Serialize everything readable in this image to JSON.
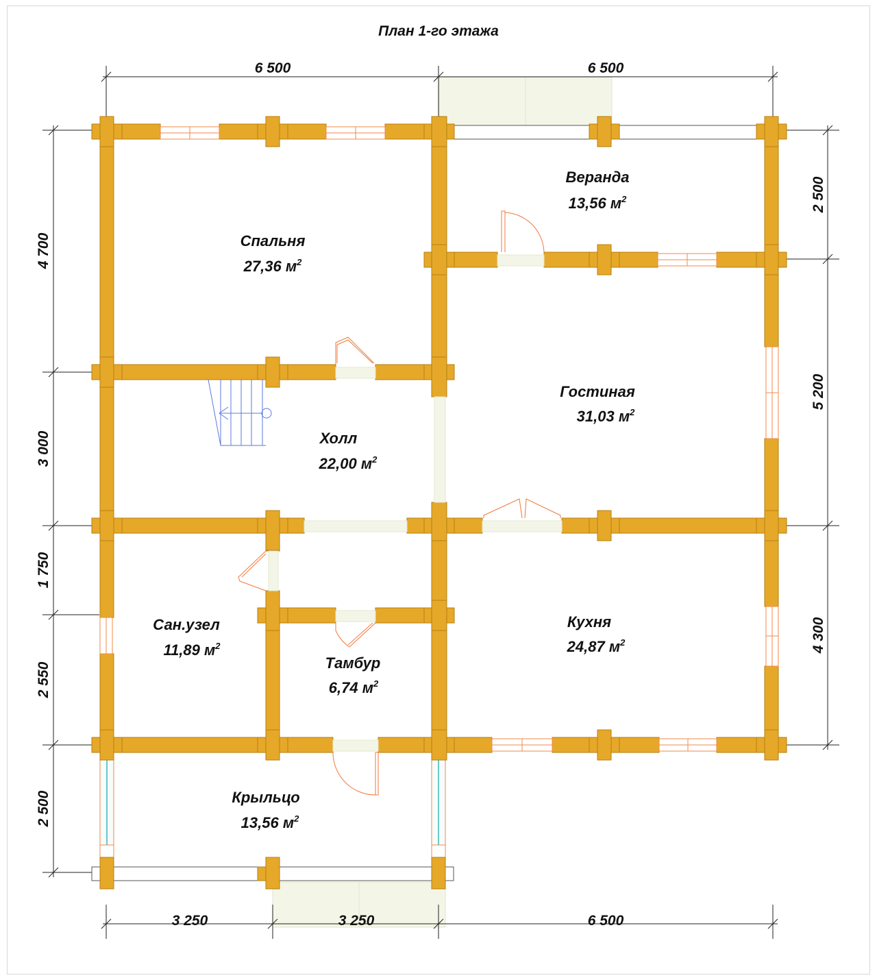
{
  "title": "План 1-го этажа",
  "dimensions": {
    "top_left": "6 500",
    "top_right": "6 500",
    "left_1": "4 700",
    "left_2": "3 000",
    "left_3": "1 750",
    "left_4": "2 550",
    "left_5": "2 500",
    "right_1": "2 500",
    "right_2": "5 200",
    "right_3": "4 300",
    "bottom_1": "3 250",
    "bottom_2": "3 250",
    "bottom_3": "6 500"
  },
  "rooms": {
    "bedroom": {
      "name": "Спальня",
      "area": "27,36 м",
      "unit_sup": "2"
    },
    "veranda": {
      "name": "Веранда",
      "area": "13,56 м",
      "unit_sup": "2"
    },
    "living": {
      "name": "Гостиная",
      "area": "31,03 м",
      "unit_sup": "2"
    },
    "hall": {
      "name": "Холл",
      "area": "22,00 м",
      "unit_sup": "2"
    },
    "bathroom": {
      "name": "Сан.узел",
      "area": "11,89 м",
      "unit_sup": "2"
    },
    "vestibule": {
      "name": "Тамбур",
      "area": "6,74 м",
      "unit_sup": "2"
    },
    "kitchen": {
      "name": "Кухня",
      "area": "24,87 м",
      "unit_sup": "2"
    },
    "porch": {
      "name": "Крыльцо",
      "area": "13,56 м",
      "unit_sup": "2"
    }
  },
  "colors": {
    "wall": "#e6a829",
    "wall_edge": "#b57f10",
    "window": "#f08a4a",
    "door": "#f07838",
    "stair": "#5b78e0",
    "step": "#f3f6e7",
    "dim_line": "#222222",
    "glass": "#68c8c8"
  }
}
